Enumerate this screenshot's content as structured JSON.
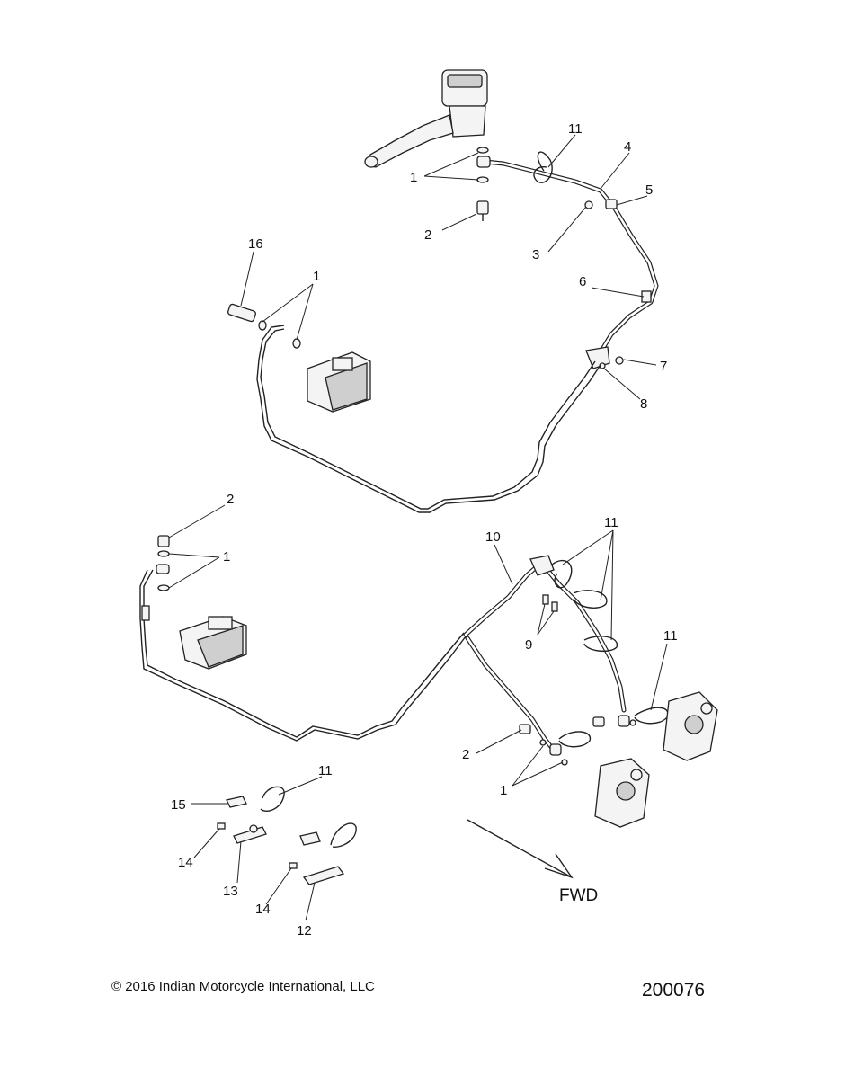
{
  "callouts": {
    "c1a": "1",
    "c1b": "1",
    "c1c": "1",
    "c1d": "1",
    "c2a": "2",
    "c2b": "2",
    "c2c": "2",
    "c3": "3",
    "c4": "4",
    "c5": "5",
    "c6": "6",
    "c7": "7",
    "c8": "8",
    "c9": "9",
    "c10": "10",
    "c11a": "11",
    "c11b": "11",
    "c11c": "11",
    "c11d": "11",
    "c12": "12",
    "c13": "13",
    "c14a": "14",
    "c14b": "14",
    "c15": "15",
    "c16": "16"
  },
  "direction_label": "FWD",
  "copyright": "© 2016 Indian Motorcycle International, LLC",
  "diagram_code": "200076"
}
